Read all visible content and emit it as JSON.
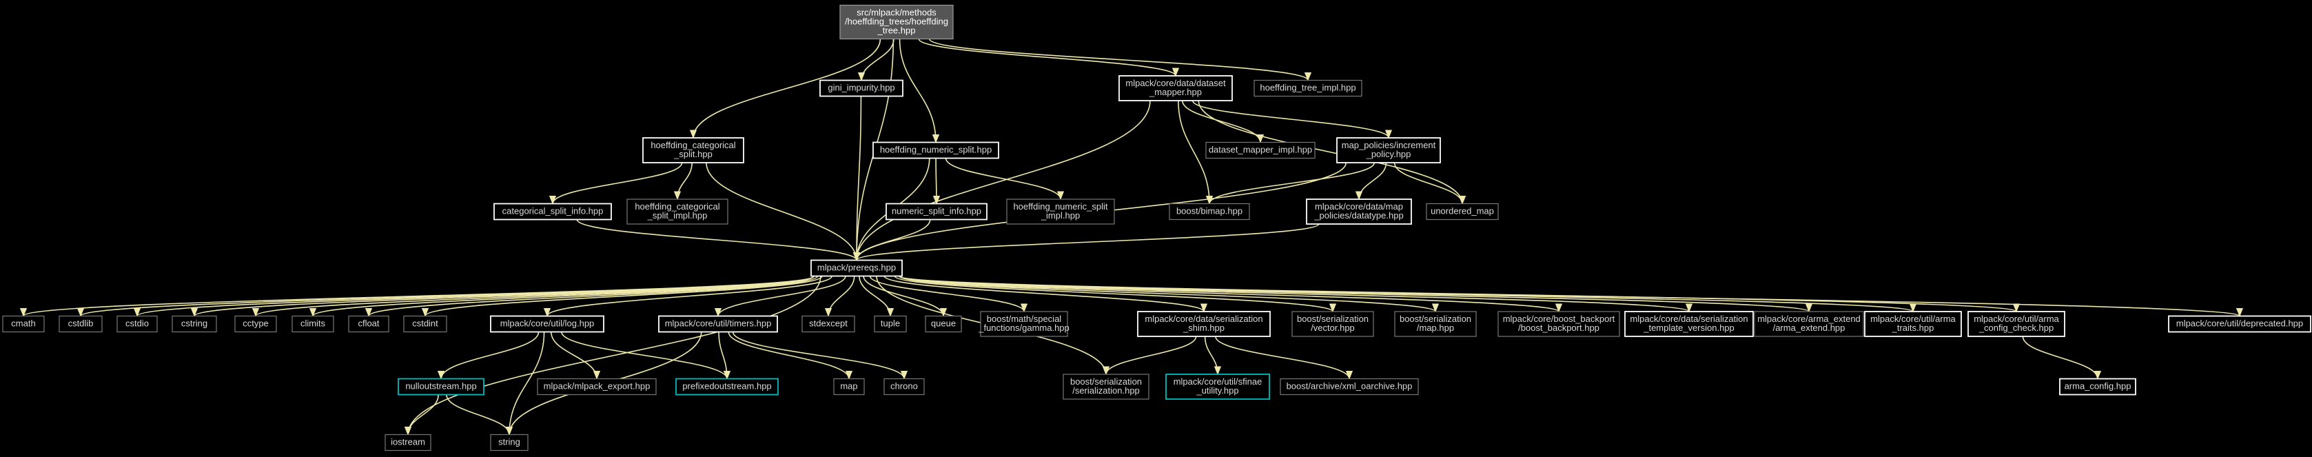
{
  "colors": {
    "background": "#000000",
    "edge": "#eee8aa",
    "root_fill": "#555555",
    "root_border": "#999999",
    "node_border_documented": "#ffffff",
    "node_border_undocumented": "#777777",
    "node_border_has_deps": "#00bcbc",
    "text": "#d8d8d8"
  },
  "nodes": [
    {
      "id": "root",
      "kind": "root",
      "lines": [
        "src/mlpack/methods",
        "/hoeffding_trees/hoeffding",
        "_tree.hpp"
      ]
    },
    {
      "id": "gini",
      "kind": "documented",
      "lines": [
        "gini_impurity.hpp"
      ]
    },
    {
      "id": "dataset_mapper",
      "kind": "documented",
      "lines": [
        "mlpack/core/data/dataset",
        "_mapper.hpp"
      ]
    },
    {
      "id": "hoeffding_tree_impl",
      "kind": "plain",
      "lines": [
        "hoeffding_tree_impl.hpp"
      ]
    },
    {
      "id": "hoeffding_categorical_split",
      "kind": "documented",
      "lines": [
        "hoeffding_categorical",
        "_split.hpp"
      ]
    },
    {
      "id": "hoeffding_numeric_split",
      "kind": "documented",
      "lines": [
        "hoeffding_numeric_split.hpp"
      ]
    },
    {
      "id": "dataset_mapper_impl",
      "kind": "plain",
      "lines": [
        "dataset_mapper_impl.hpp"
      ]
    },
    {
      "id": "increment_policy",
      "kind": "documented",
      "lines": [
        "map_policies/increment",
        "_policy.hpp"
      ]
    },
    {
      "id": "categorical_split_info",
      "kind": "documented",
      "lines": [
        "categorical_split_info.hpp"
      ]
    },
    {
      "id": "hoeffding_categorical_split_impl",
      "kind": "plain",
      "lines": [
        "hoeffding_categorical",
        "_split_impl.hpp"
      ]
    },
    {
      "id": "numeric_split_info",
      "kind": "documented",
      "lines": [
        "numeric_split_info.hpp"
      ]
    },
    {
      "id": "hoeffding_numeric_split_impl",
      "kind": "plain",
      "lines": [
        "hoeffding_numeric_split",
        "_impl.hpp"
      ]
    },
    {
      "id": "boost_bimap",
      "kind": "plain",
      "lines": [
        "boost/bimap.hpp"
      ]
    },
    {
      "id": "datatype",
      "kind": "documented",
      "lines": [
        "mlpack/core/data/map",
        "_policies/datatype.hpp"
      ]
    },
    {
      "id": "unordered_map",
      "kind": "plain",
      "lines": [
        "unordered_map"
      ]
    },
    {
      "id": "prereqs",
      "kind": "documented",
      "lines": [
        "mlpack/prereqs.hpp"
      ]
    },
    {
      "id": "cmath",
      "kind": "plain",
      "lines": [
        "cmath"
      ]
    },
    {
      "id": "cstdlib",
      "kind": "plain",
      "lines": [
        "cstdlib"
      ]
    },
    {
      "id": "cstdio",
      "kind": "plain",
      "lines": [
        "cstdio"
      ]
    },
    {
      "id": "cstring",
      "kind": "plain",
      "lines": [
        "cstring"
      ]
    },
    {
      "id": "cctype",
      "kind": "plain",
      "lines": [
        "cctype"
      ]
    },
    {
      "id": "climits",
      "kind": "plain",
      "lines": [
        "climits"
      ]
    },
    {
      "id": "cfloat",
      "kind": "plain",
      "lines": [
        "cfloat"
      ]
    },
    {
      "id": "cstdint",
      "kind": "plain",
      "lines": [
        "cstdint"
      ]
    },
    {
      "id": "log",
      "kind": "documented",
      "lines": [
        "mlpack/core/util/log.hpp"
      ]
    },
    {
      "id": "timers",
      "kind": "documented",
      "lines": [
        "mlpack/core/util/timers.hpp"
      ]
    },
    {
      "id": "stdexcept",
      "kind": "plain",
      "lines": [
        "stdexcept"
      ]
    },
    {
      "id": "tuple",
      "kind": "plain",
      "lines": [
        "tuple"
      ]
    },
    {
      "id": "queue",
      "kind": "plain",
      "lines": [
        "queue"
      ]
    },
    {
      "id": "gamma",
      "kind": "plain",
      "lines": [
        "boost/math/special",
        "_functions/gamma.hpp"
      ]
    },
    {
      "id": "serialization_shim",
      "kind": "documented",
      "lines": [
        "mlpack/core/data/serialization",
        "_shim.hpp"
      ]
    },
    {
      "id": "boost_ser_vector",
      "kind": "plain",
      "lines": [
        "boost/serialization",
        "/vector.hpp"
      ]
    },
    {
      "id": "boost_ser_map",
      "kind": "plain",
      "lines": [
        "boost/serialization",
        "/map.hpp"
      ]
    },
    {
      "id": "boost_backport",
      "kind": "plain",
      "lines": [
        "mlpack/core/boost_backport",
        "/boost_backport.hpp"
      ]
    },
    {
      "id": "template_version",
      "kind": "documented",
      "lines": [
        "mlpack/core/data/serialization",
        "_template_version.hpp"
      ]
    },
    {
      "id": "arma_extend",
      "kind": "plain",
      "lines": [
        "mlpack/core/arma_extend",
        "/arma_extend.hpp"
      ]
    },
    {
      "id": "arma_traits",
      "kind": "documented",
      "lines": [
        "mlpack/core/util/arma",
        "_traits.hpp"
      ]
    },
    {
      "id": "arma_config_check",
      "kind": "documented",
      "lines": [
        "mlpack/core/util/arma",
        "_config_check.hpp"
      ]
    },
    {
      "id": "deprecated",
      "kind": "documented",
      "lines": [
        "mlpack/core/util/deprecated.hpp"
      ]
    },
    {
      "id": "nulloutstream",
      "kind": "has_deps",
      "lines": [
        "nulloutstream.hpp"
      ]
    },
    {
      "id": "mlpack_export",
      "kind": "plain",
      "lines": [
        "mlpack/mlpack_export.hpp"
      ]
    },
    {
      "id": "prefixedoutstream",
      "kind": "has_deps",
      "lines": [
        "prefixedoutstream.hpp"
      ]
    },
    {
      "id": "map",
      "kind": "plain",
      "lines": [
        "map"
      ]
    },
    {
      "id": "chrono",
      "kind": "plain",
      "lines": [
        "chrono"
      ]
    },
    {
      "id": "boost_ser_serialization",
      "kind": "plain",
      "lines": [
        "boost/serialization",
        "/serialization.hpp"
      ]
    },
    {
      "id": "sfinae_utility",
      "kind": "has_deps",
      "lines": [
        "mlpack/core/util/sfinae",
        "_utility.hpp"
      ]
    },
    {
      "id": "xml_oarchive",
      "kind": "plain",
      "lines": [
        "boost/archive/xml_oarchive.hpp"
      ]
    },
    {
      "id": "arma_config",
      "kind": "documented",
      "lines": [
        "arma_config.hpp"
      ]
    },
    {
      "id": "iostream",
      "kind": "plain",
      "lines": [
        "iostream"
      ]
    },
    {
      "id": "string",
      "kind": "plain",
      "lines": [
        "string"
      ]
    }
  ],
  "edges": [
    [
      "root",
      "gini"
    ],
    [
      "root",
      "dataset_mapper"
    ],
    [
      "root",
      "hoeffding_tree_impl"
    ],
    [
      "root",
      "hoeffding_categorical_split"
    ],
    [
      "root",
      "hoeffding_numeric_split"
    ],
    [
      "root",
      "prereqs"
    ],
    [
      "gini",
      "prereqs"
    ],
    [
      "dataset_mapper",
      "dataset_mapper_impl"
    ],
    [
      "dataset_mapper",
      "increment_policy"
    ],
    [
      "dataset_mapper",
      "boost_bimap"
    ],
    [
      "dataset_mapper",
      "unordered_map"
    ],
    [
      "dataset_mapper",
      "prereqs"
    ],
    [
      "increment_policy",
      "boost_bimap"
    ],
    [
      "increment_policy",
      "datatype"
    ],
    [
      "increment_policy",
      "unordered_map"
    ],
    [
      "increment_policy",
      "prereqs"
    ],
    [
      "datatype",
      "prereqs"
    ],
    [
      "hoeffding_categorical_split",
      "categorical_split_info"
    ],
    [
      "hoeffding_categorical_split",
      "hoeffding_categorical_split_impl"
    ],
    [
      "hoeffding_categorical_split",
      "prereqs"
    ],
    [
      "categorical_split_info",
      "prereqs"
    ],
    [
      "hoeffding_numeric_split",
      "numeric_split_info"
    ],
    [
      "hoeffding_numeric_split",
      "hoeffding_numeric_split_impl"
    ],
    [
      "hoeffding_numeric_split",
      "prereqs"
    ],
    [
      "numeric_split_info",
      "prereqs"
    ],
    [
      "prereqs",
      "cmath"
    ],
    [
      "prereqs",
      "cstdlib"
    ],
    [
      "prereqs",
      "cstdio"
    ],
    [
      "prereqs",
      "cstring"
    ],
    [
      "prereqs",
      "cctype"
    ],
    [
      "prereqs",
      "climits"
    ],
    [
      "prereqs",
      "cfloat"
    ],
    [
      "prereqs",
      "cstdint"
    ],
    [
      "prereqs",
      "log"
    ],
    [
      "prereqs",
      "timers"
    ],
    [
      "prereqs",
      "stdexcept"
    ],
    [
      "prereqs",
      "tuple"
    ],
    [
      "prereqs",
      "queue"
    ],
    [
      "prereqs",
      "gamma"
    ],
    [
      "prereqs",
      "serialization_shim"
    ],
    [
      "prereqs",
      "boost_ser_vector"
    ],
    [
      "prereqs",
      "boost_ser_map"
    ],
    [
      "prereqs",
      "boost_backport"
    ],
    [
      "prereqs",
      "template_version"
    ],
    [
      "prereqs",
      "arma_extend"
    ],
    [
      "prereqs",
      "arma_traits"
    ],
    [
      "prereqs",
      "arma_config_check"
    ],
    [
      "prereqs",
      "deprecated"
    ],
    [
      "prereqs",
      "iostream"
    ],
    [
      "prereqs",
      "boost_ser_serialization"
    ],
    [
      "log",
      "nulloutstream"
    ],
    [
      "log",
      "mlpack_export"
    ],
    [
      "log",
      "prefixedoutstream"
    ],
    [
      "log",
      "string"
    ],
    [
      "nulloutstream",
      "iostream"
    ],
    [
      "nulloutstream",
      "string"
    ],
    [
      "timers",
      "map"
    ],
    [
      "timers",
      "chrono"
    ],
    [
      "timers",
      "string"
    ],
    [
      "timers",
      "prefixedoutstream"
    ],
    [
      "serialization_shim",
      "boost_ser_serialization"
    ],
    [
      "serialization_shim",
      "sfinae_utility"
    ],
    [
      "serialization_shim",
      "xml_oarchive"
    ],
    [
      "arma_config_check",
      "arma_config"
    ]
  ]
}
